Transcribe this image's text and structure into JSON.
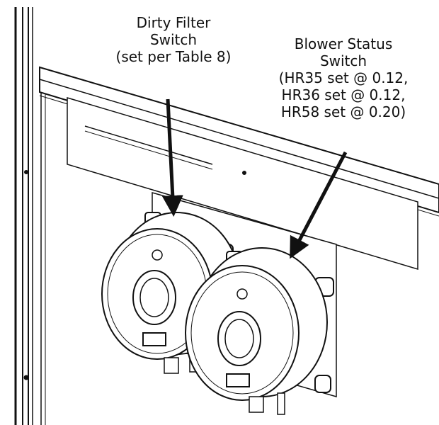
{
  "callouts": {
    "dirty_filter": {
      "lines": [
        "Dirty Filter",
        "Switch",
        "(set per Table 8)"
      ]
    },
    "blower_status": {
      "lines": [
        "Blower Status",
        "Switch",
        "(HR35 set @ 0.12,",
        "HR36 set @ 0.12,",
        "HR58 set @ 0.20)"
      ]
    }
  },
  "colors": {
    "line": "#111111",
    "fill": "#ffffff",
    "shade": "#e6e6e6"
  }
}
